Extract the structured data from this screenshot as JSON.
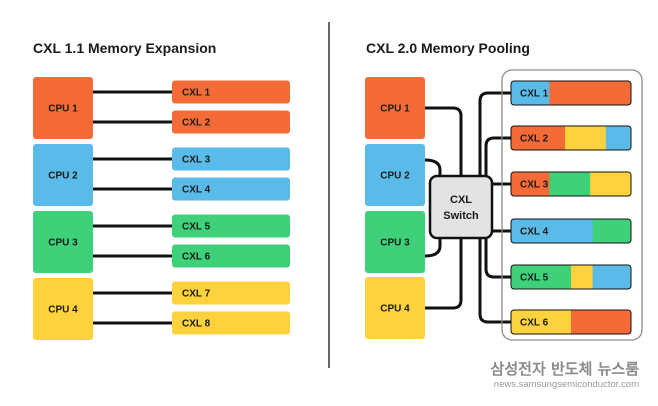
{
  "colors": {
    "orange": "#F56B38",
    "blue": "#5BBBE8",
    "green": "#3FD07A",
    "yellow": "#FDD23C",
    "switch_fill": "#E3E3E3",
    "pool_border": "#8C8C8C",
    "wire": "#111111",
    "divider": "#333333"
  },
  "left": {
    "title": "CXL 1.1 Memory Expansion",
    "cpus": [
      {
        "label": "CPU 1",
        "color": "orange"
      },
      {
        "label": "CPU 2",
        "color": "blue"
      },
      {
        "label": "CPU 3",
        "color": "green"
      },
      {
        "label": "CPU 4",
        "color": "yellow"
      }
    ],
    "modules": [
      {
        "label": "CXL 1",
        "color": "orange"
      },
      {
        "label": "CXL 2",
        "color": "orange"
      },
      {
        "label": "CXL 3",
        "color": "blue"
      },
      {
        "label": "CXL 4",
        "color": "blue"
      },
      {
        "label": "CXL 5",
        "color": "green"
      },
      {
        "label": "CXL 6",
        "color": "green"
      },
      {
        "label": "CXL 7",
        "color": "yellow"
      },
      {
        "label": "CXL 8",
        "color": "yellow"
      }
    ]
  },
  "right": {
    "title": "CXL 2.0 Memory Pooling",
    "switch_line1": "CXL",
    "switch_line2": "Switch",
    "cpus": [
      {
        "label": "CPU 1",
        "color": "orange"
      },
      {
        "label": "CPU 2",
        "color": "blue"
      },
      {
        "label": "CPU 3",
        "color": "green"
      },
      {
        "label": "CPU 4",
        "color": "yellow"
      }
    ],
    "modules": [
      {
        "label": "CXL 1",
        "segments": [
          {
            "color": "blue",
            "fraction": 0.32
          },
          {
            "color": "orange",
            "fraction": 0.68
          }
        ]
      },
      {
        "label": "CXL 2",
        "segments": [
          {
            "color": "orange",
            "fraction": 0.45
          },
          {
            "color": "yellow",
            "fraction": 0.34
          },
          {
            "color": "blue",
            "fraction": 0.21
          }
        ]
      },
      {
        "label": "CXL 3",
        "segments": [
          {
            "color": "orange",
            "fraction": 0.32
          },
          {
            "color": "green",
            "fraction": 0.34
          },
          {
            "color": "yellow",
            "fraction": 0.34
          }
        ]
      },
      {
        "label": "CXL 4",
        "segments": [
          {
            "color": "blue",
            "fraction": 0.68
          },
          {
            "color": "green",
            "fraction": 0.32
          }
        ]
      },
      {
        "label": "CXL 5",
        "segments": [
          {
            "color": "green",
            "fraction": 0.5
          },
          {
            "color": "yellow",
            "fraction": 0.18
          },
          {
            "color": "blue",
            "fraction": 0.32
          }
        ]
      },
      {
        "label": "CXL 6",
        "segments": [
          {
            "color": "yellow",
            "fraction": 0.5
          },
          {
            "color": "orange",
            "fraction": 0.5
          }
        ]
      }
    ]
  },
  "watermark": {
    "name": "삼성전자 반도체 뉴스룸",
    "url": "news.samsungsemiconductor.com"
  }
}
